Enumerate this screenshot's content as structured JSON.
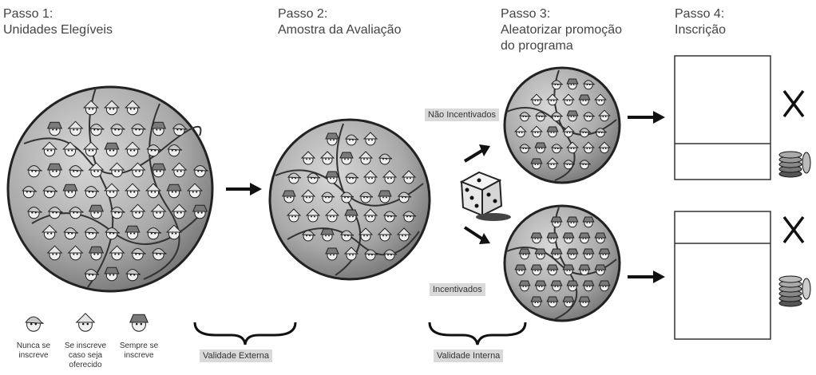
{
  "steps": [
    {
      "title": "Passo 1:",
      "subtitle": "Unidades Elegíveis"
    },
    {
      "title": "Passo 2:",
      "subtitle": "Amostra da Avaliação"
    },
    {
      "title": "Passo 3:",
      "subtitle": "Aleatorizar promoção",
      "subtitle2": "do programa"
    },
    {
      "title": "Passo 4:",
      "subtitle": "Inscrição"
    }
  ],
  "group_labels": {
    "not_encouraged": "Não Incentivados",
    "encouraged": "Incentivados"
  },
  "validity_labels": {
    "external": "Validade Externa",
    "internal": "Validade Interna"
  },
  "legend": [
    {
      "label": "Nunca se inscreve",
      "line1": "Nunca se",
      "line2": "inscreve",
      "line3": ""
    },
    {
      "label": "Se inscreve caso seja oferecido",
      "line1": "Se inscreve",
      "line2": "caso seja",
      "line3": "oferecido"
    },
    {
      "label": "Sempre se inscreve",
      "line1": "Sempre se",
      "line2": "inscreve",
      "line3": ""
    }
  ],
  "colors": {
    "never": "#c8c8c8",
    "complier": "#e6e6e6",
    "always": "#7a7a7a",
    "ink": "#222222"
  },
  "icons": {
    "arrow": "arrow-right-icon",
    "die": "dice-icon",
    "cross": "x-mark-icon",
    "coins": "coin-stack-icon"
  }
}
